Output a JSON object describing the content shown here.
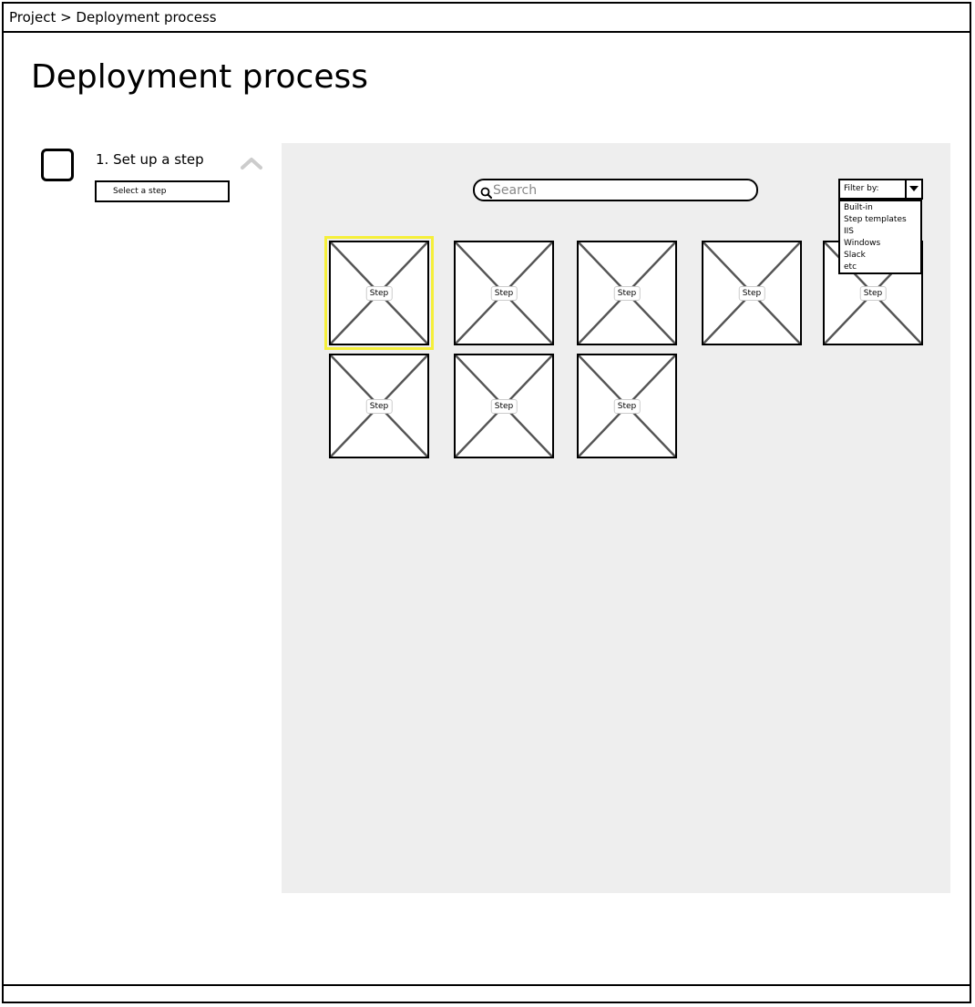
{
  "breadcrumb": "Project > Deployment process",
  "page_title": "Deployment process",
  "step_setup": {
    "title": "1. Set up a step",
    "select_button_label": "Select a step",
    "collapse_icon": "chevron-up-icon"
  },
  "search": {
    "placeholder": "Search",
    "value": "",
    "icon": "search-icon"
  },
  "filter": {
    "label": "Filter by:",
    "options": [
      "Built-in",
      "Step templates",
      "IIS",
      "Windows",
      "Slack",
      "etc"
    ]
  },
  "step_tiles": [
    {
      "label": "Step",
      "selected": true
    },
    {
      "label": "Step",
      "selected": false
    },
    {
      "label": "Step",
      "selected": false
    },
    {
      "label": "Step",
      "selected": false
    },
    {
      "label": "Step",
      "selected": false
    },
    {
      "label": "Step",
      "selected": false
    },
    {
      "label": "Step",
      "selected": false
    },
    {
      "label": "Step",
      "selected": false
    }
  ],
  "colors": {
    "panel_background": "#eeeeee",
    "selected_highlight": "#f5ef3a"
  }
}
